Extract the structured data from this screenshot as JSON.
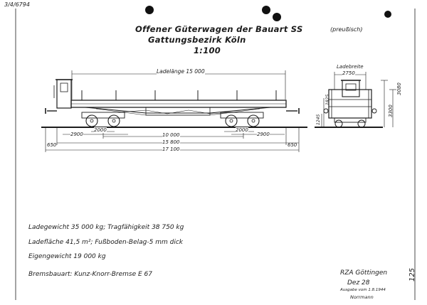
{
  "sheet": {
    "archive_no": "3/4/6794",
    "title_line1": "Offener Güterwagen der Bauart SS",
    "title_line2": "Gattungsbezirk Köln",
    "scale": "1:100",
    "origin_note": "(preußisch)",
    "page_no": "125"
  },
  "side_view": {
    "load_length": "Ladelänge 15 000",
    "bogie_wheelbase_left": "2000",
    "bogie_wheelbase_right": "2000",
    "bogie_overall_left": "2900",
    "bogie_overall_right": "2900",
    "pivot_distance": "10 000",
    "frame_length": "15 800",
    "overhang_left": "650",
    "overhang_right": "650",
    "length_over_buffers": "17 100"
  },
  "end_view": {
    "load_width_label": "Ladebreite",
    "load_width": "2750",
    "dim_3080": "3080",
    "dim_3300": "3300",
    "dim_1825": "1825",
    "dim_1245": "1245"
  },
  "specs": {
    "line1": "Ladegewicht 35 000 kg; Tragfähigkeit 38 750 kg",
    "line2": "Ladefläche 41,5 m²; Fußboden-Belag-5 mm dick",
    "line3": "Eigengewicht 19 000 kg",
    "line4": "Bremsbauart: Kunz-Knorr-Bremse E 67"
  },
  "footer": {
    "org": "RZA Göttingen",
    "date": "Dez 28",
    "edition": "Ausgabe vom 1.8.1944",
    "signature": "Norrmann"
  },
  "colors": {
    "ink": "#1c1c1c",
    "paper": "#ffffff",
    "punch_hole": "#111111"
  }
}
